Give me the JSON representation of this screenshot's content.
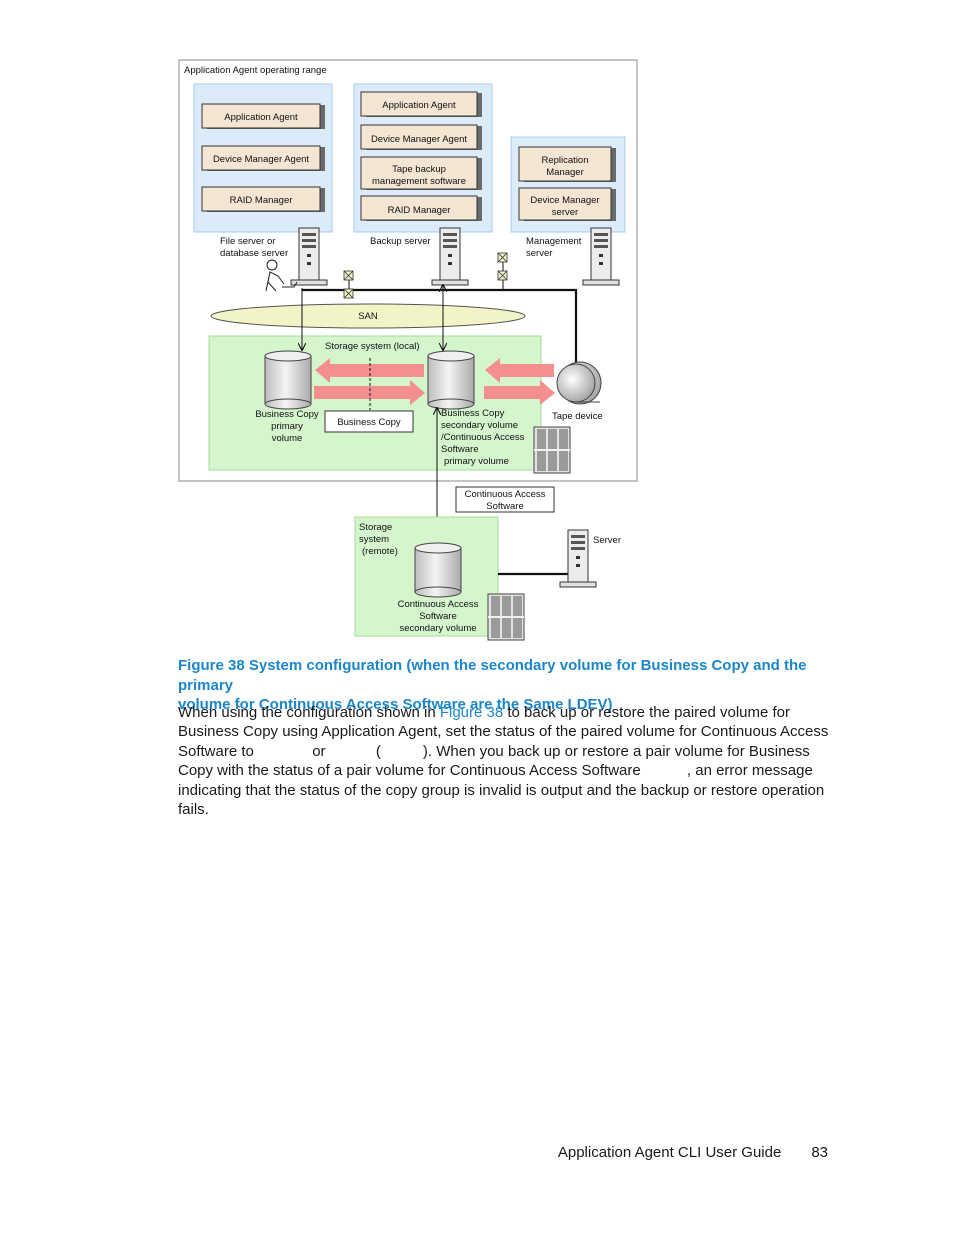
{
  "figure": {
    "range_label": "Application Agent operating range",
    "left_group": {
      "boxes": [
        "Application Agent",
        "Device Manager Agent",
        "RAID Manager"
      ],
      "server_label": [
        "File server or",
        "database server"
      ]
    },
    "middle_group": {
      "boxes": [
        "Application Agent",
        "Device Manager Agent",
        "Tape backup",
        "management software",
        "RAID Manager"
      ],
      "server_label": "Backup server"
    },
    "right_group": {
      "boxes": [
        "Replication",
        "Manager",
        "Device Manager",
        "server"
      ],
      "server_label": [
        "Management",
        "server"
      ]
    },
    "san_label": "SAN",
    "local_storage_label": "Storage system (local)",
    "primary_volume_label": [
      "Business Copy",
      "primary",
      "volume"
    ],
    "business_copy_label": "Business Copy",
    "secondary_volume_label": [
      "Business Copy",
      "secondary volume",
      "/Continuous Access",
      "Software",
      "primary volume"
    ],
    "tape_label": "Tape device",
    "continuous_access_label": [
      "Continuous Access",
      "Software"
    ],
    "remote_storage_label": [
      "Storage",
      "system",
      "(remote)"
    ],
    "server_label": "Server",
    "remote_volume_label": [
      "Continuous Access",
      "Software",
      "secondary volume"
    ],
    "colors": {
      "agent_area": "#dcebfa",
      "agent_box": "#f5e5d3",
      "storage_area": "#d5f5cd",
      "san": "#f3f3c8",
      "arrow": "#f58f8f",
      "caption": "#1b87c9"
    }
  },
  "caption": {
    "line1": "Figure 38 System configuration (when the secondary volume for Business Copy and the primary",
    "line2": "volume for Continuous Access Software are the Same LDEV)"
  },
  "paragraph": {
    "p1": "When using the configuration shown in ",
    "link": "Figure 38",
    "p2": " to back up or restore the paired volume for Business Copy using Application Agent, set the status of the paired volume for Continuous Access Software to ",
    "p3": " or ",
    "p4": " (",
    "p5": "). When you back up or restore a pair volume for Business Copy with the status of a pair volume for Continuous Access Software ",
    "p6": ", an error message indicating that the status of the copy group is invalid is output and the backup or restore operation fails."
  },
  "footer": {
    "title": "Application Agent CLI User Guide",
    "page": "83"
  }
}
